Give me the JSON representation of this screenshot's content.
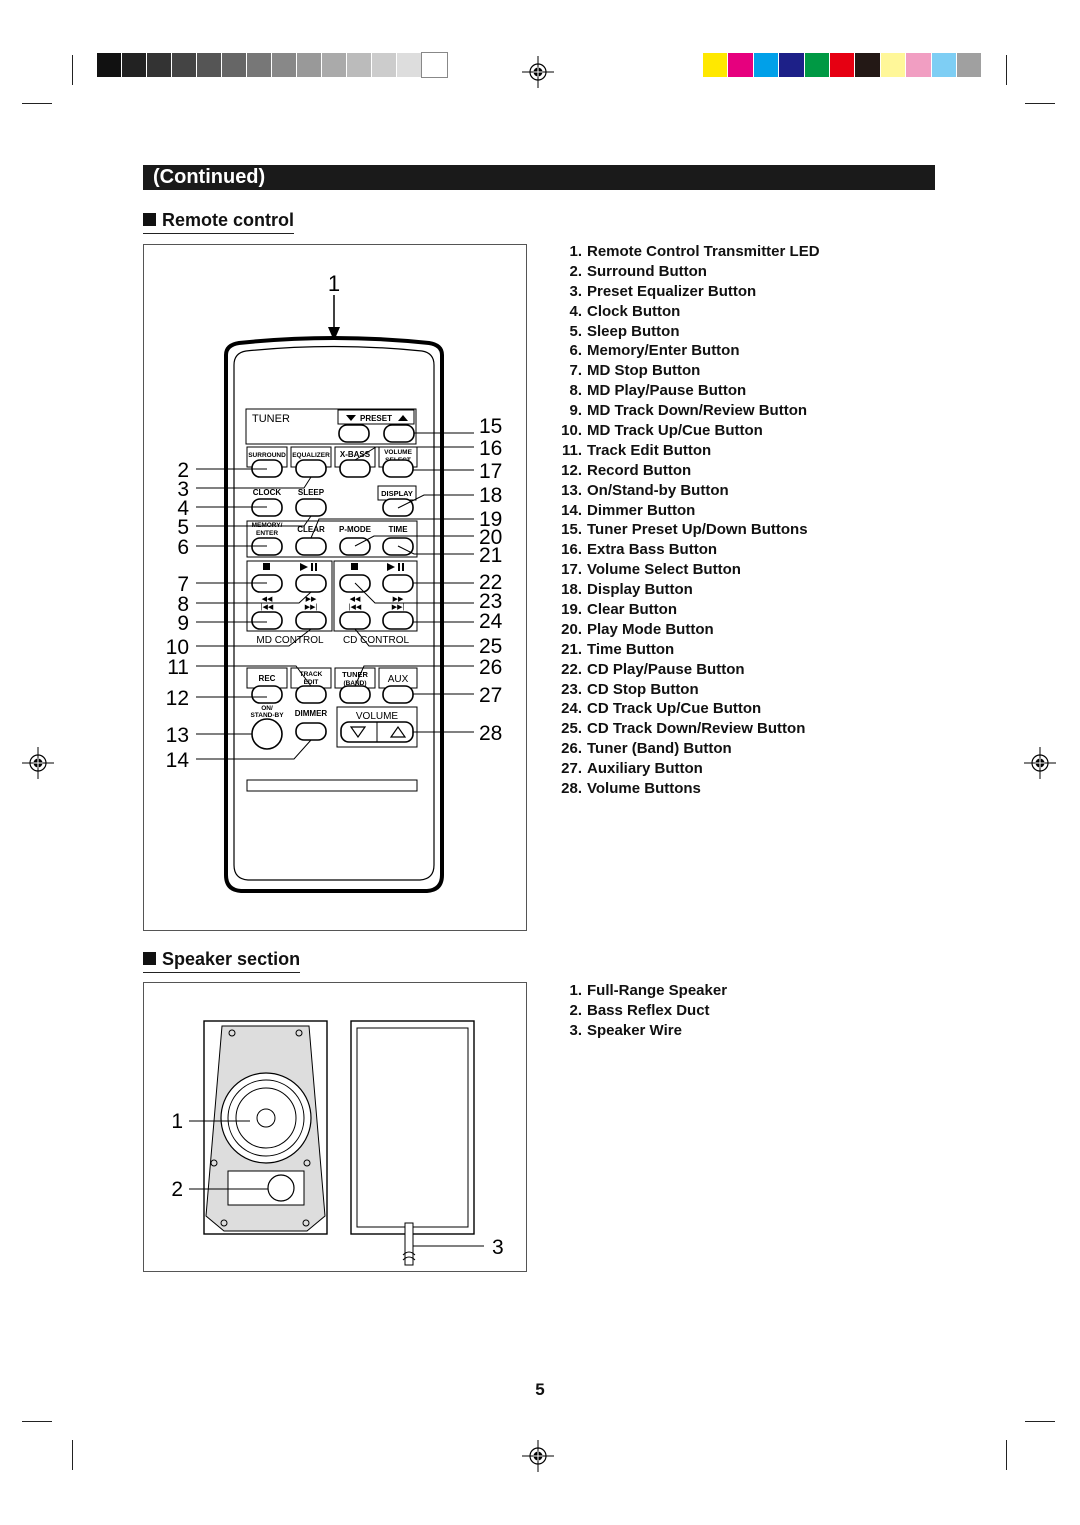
{
  "header": {
    "continued": "(Continued)"
  },
  "remote": {
    "title": "Remote control",
    "items": [
      {
        "n": "1.",
        "label": "Remote Control Transmitter LED"
      },
      {
        "n": "2.",
        "label": "Surround Button"
      },
      {
        "n": "3.",
        "label": "Preset Equalizer Button"
      },
      {
        "n": "4.",
        "label": "Clock Button"
      },
      {
        "n": "5.",
        "label": "Sleep Button"
      },
      {
        "n": "6.",
        "label": "Memory/Enter Button"
      },
      {
        "n": "7.",
        "label": "MD Stop Button"
      },
      {
        "n": "8.",
        "label": "MD Play/Pause Button"
      },
      {
        "n": "9.",
        "label": "MD Track Down/Review Button"
      },
      {
        "n": "10.",
        "label": "MD Track Up/Cue Button"
      },
      {
        "n": "11.",
        "label": "Track Edit Button"
      },
      {
        "n": "12.",
        "label": "Record Button"
      },
      {
        "n": "13.",
        "label": "On/Stand-by Button"
      },
      {
        "n": "14.",
        "label": "Dimmer Button"
      },
      {
        "n": "15.",
        "label": "Tuner Preset Up/Down Buttons"
      },
      {
        "n": "16.",
        "label": "Extra Bass Button"
      },
      {
        "n": "17.",
        "label": "Volume Select Button"
      },
      {
        "n": "18.",
        "label": "Display Button"
      },
      {
        "n": "19.",
        "label": "Clear Button"
      },
      {
        "n": "20.",
        "label": "Play Mode Button"
      },
      {
        "n": "21.",
        "label": "Time Button"
      },
      {
        "n": "22.",
        "label": "CD Play/Pause Button"
      },
      {
        "n": "23.",
        "label": "CD Stop Button"
      },
      {
        "n": "24.",
        "label": "CD Track Up/Cue Button"
      },
      {
        "n": "25.",
        "label": "CD Track Down/Review Button"
      },
      {
        "n": "26.",
        "label": "Tuner (Band) Button"
      },
      {
        "n": "27.",
        "label": "Auxiliary Button"
      },
      {
        "n": "28.",
        "label": "Volume Buttons"
      }
    ],
    "figure": {
      "callouts_left": [
        "2",
        "3",
        "4",
        "5",
        "6",
        "7",
        "8",
        "9",
        "10",
        "11",
        "12",
        "13",
        "14"
      ],
      "callouts_right": [
        "15",
        "16",
        "17",
        "18",
        "19",
        "20",
        "21",
        "22",
        "23",
        "24",
        "25",
        "26",
        "27",
        "28"
      ],
      "callout_top": "1",
      "labels": {
        "tuner": "TUNER",
        "preset": "PRESET",
        "surround": "SURROUND",
        "equalizer": "EQUALIZER",
        "xbass": "X-BASS",
        "volume_select_1": "VOLUME",
        "volume_select_2": "SELECT",
        "clock": "CLOCK",
        "sleep": "SLEEP",
        "display": "DISPLAY",
        "memory_1": "MEMORY/",
        "memory_2": "ENTER",
        "clear": "CLEAR",
        "pmode": "P-MODE",
        "time": "TIME",
        "md_control": "MD CONTROL",
        "cd_control": "CD CONTROL",
        "rec": "REC",
        "track_1": "TRACK",
        "track_2": "EDIT",
        "tuner_band_1": "TUNER",
        "tuner_band_2": "(BAND)",
        "aux": "AUX",
        "on_1": "ON/",
        "on_2": "STAND-BY",
        "dimmer": "DIMMER",
        "volume": "VOLUME"
      }
    }
  },
  "speaker": {
    "title": "Speaker section",
    "items": [
      {
        "n": "1.",
        "label": "Full-Range Speaker"
      },
      {
        "n": "2.",
        "label": "Bass Reflex Duct"
      },
      {
        "n": "3.",
        "label": "Speaker Wire"
      }
    ],
    "callouts": [
      "1",
      "2",
      "3"
    ]
  },
  "page_number": "5",
  "registration": {
    "gray_swatches": [
      "#111111",
      "#222222",
      "#333333",
      "#444444",
      "#555555",
      "#666666",
      "#777777",
      "#888888",
      "#999999",
      "#aaaaaa",
      "#bbbbbb",
      "#cccccc",
      "#dddddd",
      "#ffffff"
    ],
    "color_swatches": [
      "#ffe800",
      "#e6007e",
      "#00a0e9",
      "#1d2088",
      "#009944",
      "#e60012",
      "#231815",
      "#fff799",
      "#f19ec2",
      "#7ecef4",
      "#a0a0a0"
    ]
  }
}
